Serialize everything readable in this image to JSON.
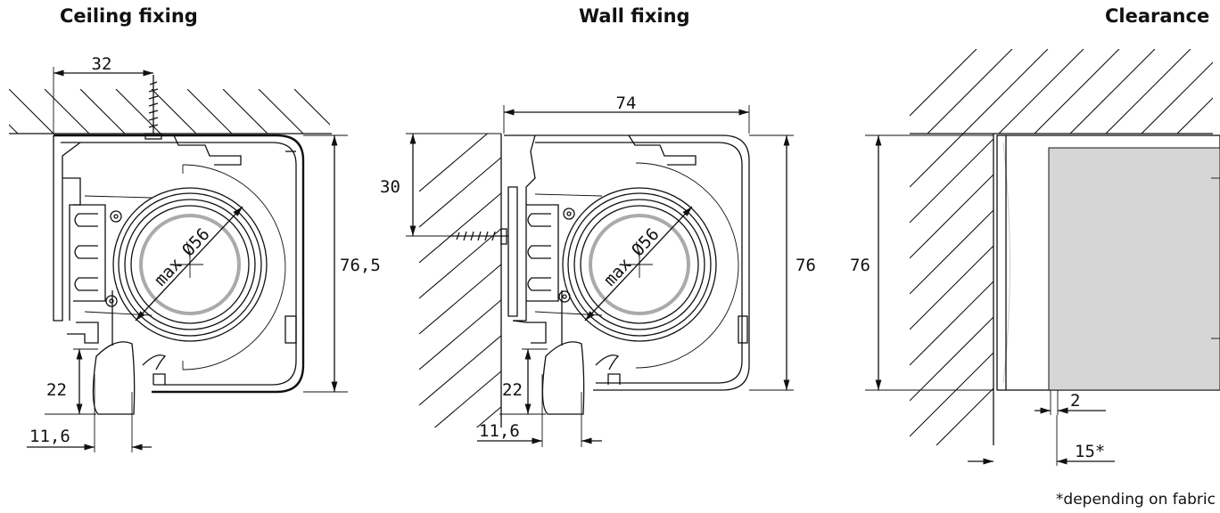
{
  "titles": {
    "ceiling": "Ceiling fixing",
    "wall": "Wall fixing",
    "clearance": "Clearance"
  },
  "dims": {
    "ceiling_width": "32",
    "ceiling_height": "76,5",
    "ceiling_roll": "max Ø56",
    "ceiling_22": "22",
    "ceiling_11_6": "11,6",
    "wall_width": "74",
    "wall_30": "30",
    "wall_height": "76",
    "wall_roll": "max Ø56",
    "wall_22": "22",
    "wall_11_6": "11,6",
    "clear_height": "76",
    "clear_2": "2",
    "clear_15": "15*"
  },
  "footnote": "*depending on fabric",
  "colors": {
    "line": "#111111",
    "roll": "#aaaaaa",
    "fabric": "#d6d6d6"
  }
}
